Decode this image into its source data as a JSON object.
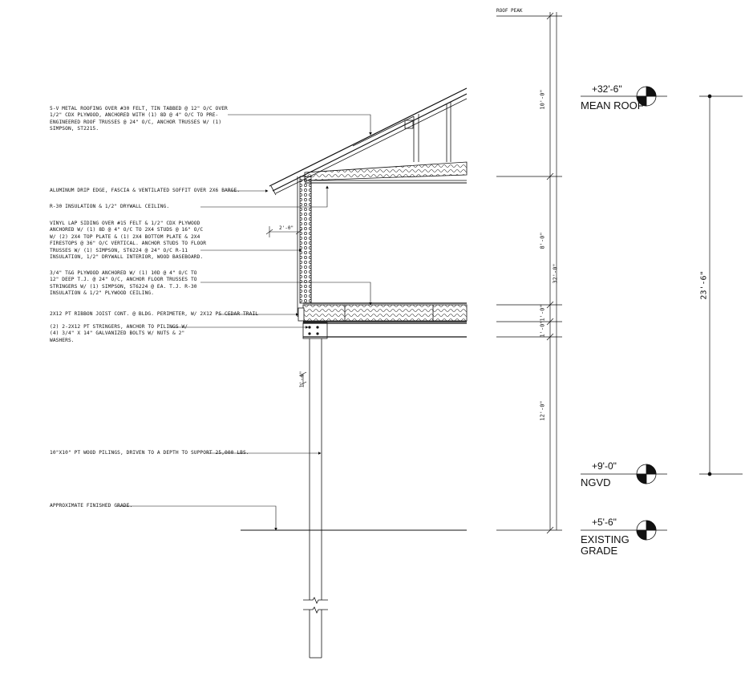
{
  "notes": {
    "roofing": "5-V METAL ROOFING OVER #30 FELT, TIN TABBED @ 12\" O/C OVER 1/2\" CDX PLYWOOD, ANCHORED WITH (1) 8D @ 4\" O/C TO PRE-ENGINEERED ROOF TRUSSES @ 24\" O/C, ANCHOR TRUSSES W/ (1) SIMPSON, ST2215.",
    "drip_edge": "ALUMINUM DRIP EDGE, FASCIA & VENTILATED SOFFIT OVER 2X6 BARGE.",
    "ceiling": "R-30 INSULATION & 1/2\" DRYWALL CEILING.",
    "wall": "VINYL LAP SIDING OVER #15 FELT & 1/2\" CDX PLYWOOD ANCHORED W/ (1) 8D @ 4\" O/C TO 2X4 STUDS @ 16\" O/C W/ (2) 2X4 TOP PLATE & (1) 2X4 BOTTOM PLATE & 2X4 FIRESTOPS @ 36\" O/C VERTICAL. ANCHOR STUDS TO FLOOR TRUSSES W/ (1) SIMPSON, ST6224 @ 24\" O/C R-11 INSULATION, 1/2\" DRYWALL INTERIOR, WOOD BASEBOARD.",
    "floor": "3/4\" T&G PLYWOOD ANCHORED W/ (1) 10D @ 4\" O/C TO 12\" DEEP T.J. @ 24\" O/C, ANCHOR FLOOR TRUSSES TO STRINGERS W/ (1) SIMPSON, ST6224 @ EA. T.J. R-30 INSULATION & 1/2\" PLYWOOD CEILING.",
    "ribbon": "2X12 PT RIBBON JOIST CONT. @ BLDG. PERIMETER, W/ 2X12 PS CEDAR TRAIL",
    "stringers": "(2) 2-2X12 PT STRINGERS, ANCHOR TO PILINGS W/ (4) 3/4\" X 14\" GALVANIZED BOLTS W/ NUTS & 2\" WASHERS.",
    "pilings": "10\"X10\" PT WOOD PILINGS, DRIVEN TO A DEPTH TO SUPPORT 25,000 LBS.",
    "grade": "APPROXIMATE FINISHED GRADE."
  },
  "labels": {
    "roof_peak": "ROOF PEAK",
    "overhang": "2'-0\"",
    "pile_size": "1'-4\""
  },
  "elevations": [
    {
      "value": "+32'-6\"",
      "name": "MEAN ROOF"
    },
    {
      "value": "+9'-0\"",
      "name": "NGVD"
    },
    {
      "value": "+5'-6\"",
      "name": "EXISTING GRADE"
    }
  ],
  "dimensions": {
    "roof": "10'-0\"",
    "wall": "8'-0\"",
    "floor": "1'-0\"",
    "beam": "1'-0\"",
    "piling": "12'-0\"",
    "total_left": "32'-0\"",
    "total_right": "23'-6\""
  }
}
